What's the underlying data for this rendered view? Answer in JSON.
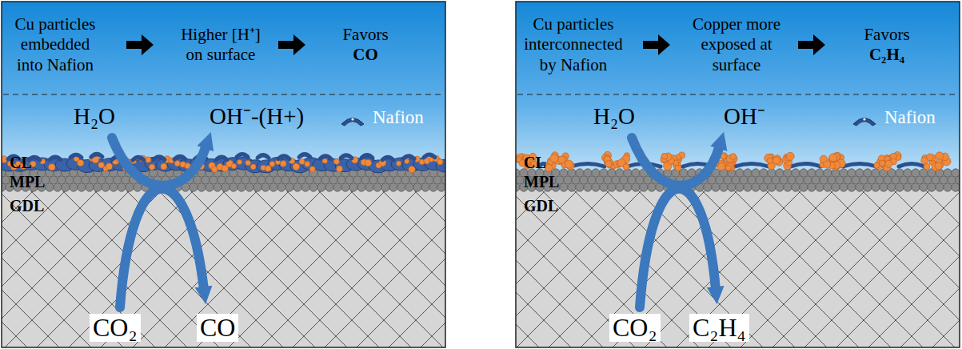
{
  "diagram": {
    "nodes": [
      {
        "text": [
          "Cu particles embedded into Nafion"
        ]
      },
      {
        "text": [
          "Higher [H⁺] on surface"
        ]
      },
      {
        "text": [
          "Favors",
          "CO"
        ]
      },
      {
        "text": [
          "Cu particles interconnected by Nafion"
        ]
      },
      {
        "text": [
          "Copper more exposed at surface"
        ]
      },
      {
        "text": [
          "Favors",
          "C₂H₄"
        ]
      }
    ],
    "edges": [
      {
        "from": 0,
        "to": 1,
        "arrow": "to"
      },
      {
        "from": 1,
        "to": 2,
        "arrow": "to"
      },
      {
        "from": 3,
        "to": 4,
        "arrow": "to"
      },
      {
        "from": 4,
        "to": 5,
        "arrow": "to"
      }
    ],
    "labels": [
      "H₂O",
      "OH⁻-(H+)",
      "CL",
      "MPL",
      "GDL",
      "CO₂",
      "CO",
      "H₂O",
      "OH⁻",
      "CL",
      "MPL",
      "GDL",
      "CO₂",
      "C₂H₄"
    ],
    "legend": [
      {
        "text": "Nafion"
      },
      {
        "text": "Nafion"
      }
    ]
  }
}
